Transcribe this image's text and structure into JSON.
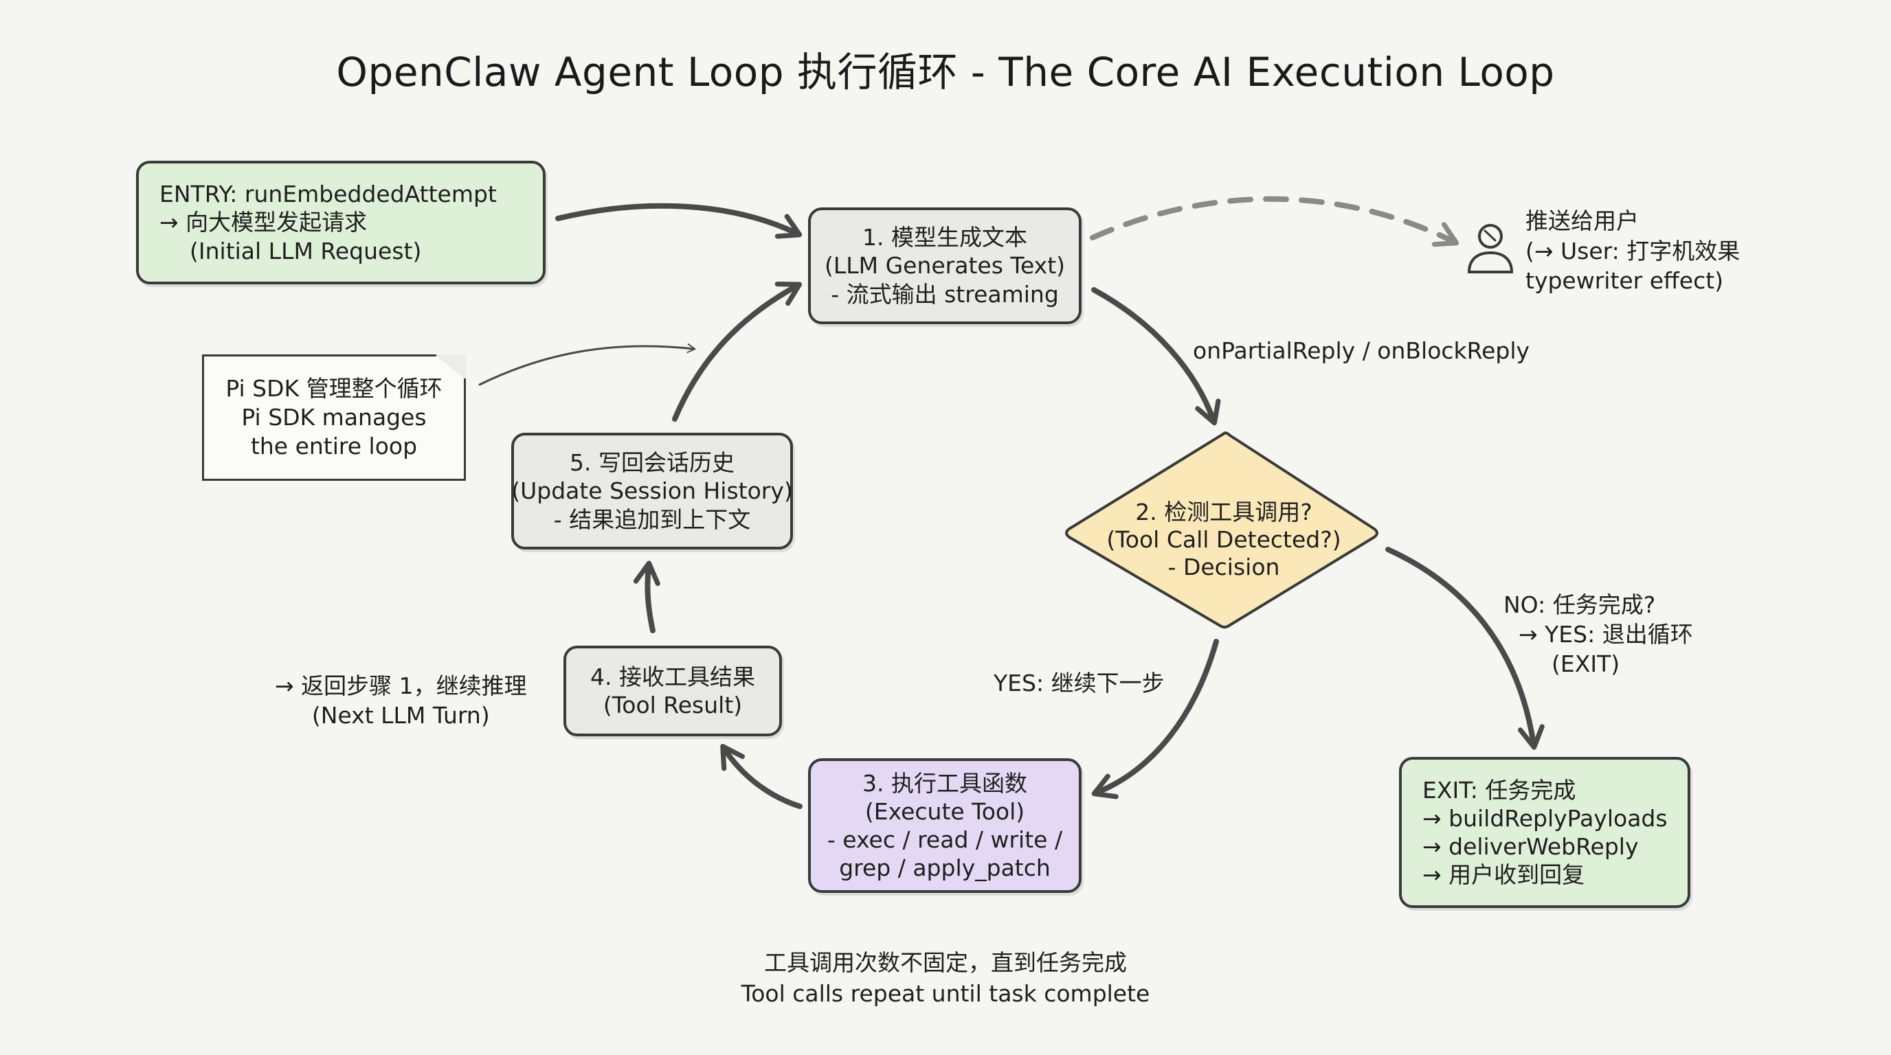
{
  "title": "OpenClaw Agent Loop 执行循环 - The Core AI Execution Loop",
  "entry": {
    "line1": "ENTRY: runEmbeddedAttempt",
    "line2": "→ 向大模型发起请求",
    "line3": "(Initial LLM Request)"
  },
  "step1": {
    "line1": "1. 模型生成文本",
    "line2": "(LLM Generates Text)",
    "line3": "- 流式输出 streaming"
  },
  "user": {
    "line1": "推送给用户",
    "line2": "(→ User: 打字机效果",
    "line3": "typewriter effect)"
  },
  "reply_label": "onPartialReply / onBlockReply",
  "note": {
    "line1": "Pi SDK 管理整个循环",
    "line2": "Pi SDK manages",
    "line3": "the entire loop"
  },
  "step5": {
    "line1": "5. 写回会话历史",
    "line2": "(Update Session History)",
    "line3": "- 结果追加到上下文"
  },
  "step2": {
    "line1": "2. 检测工具调用?",
    "line2": "(Tool Call Detected?)",
    "line3": "- Decision"
  },
  "no_label": {
    "line1": "NO: 任务完成?",
    "line2": "→ YES: 退出循环",
    "line3": "(EXIT)"
  },
  "yes_label": "YES: 继续下一步",
  "return_label": {
    "line1": "→ 返回步骤 1，继续推理",
    "line2": "(Next LLM Turn)"
  },
  "step4": {
    "line1": "4. 接收工具结果",
    "line2": "(Tool Result)"
  },
  "step3": {
    "line1": "3. 执行工具函数",
    "line2": "(Execute Tool)",
    "line3": "- exec / read / write /",
    "line4": "grep / apply_patch"
  },
  "exit": {
    "line1": "EXIT: 任务完成",
    "line2": "→ buildReplyPayloads",
    "line3": "→ deliverWebReply",
    "line4": "→ 用户收到回复"
  },
  "footer": {
    "line1": "工具调用次数不固定，直到任务完成",
    "line2": "Tool calls repeat until task complete"
  },
  "colors": {
    "background": "#f5f5f1",
    "gray_box": "#e9e9e5",
    "green_box": "#dff0d8",
    "purple_box": "#e4d9f4",
    "decision_diamond": "#fbe8b8",
    "arrow": "#4a4a4a",
    "dashed_arrow": "#8a8a8a"
  },
  "icons": {
    "user": "person-icon"
  }
}
